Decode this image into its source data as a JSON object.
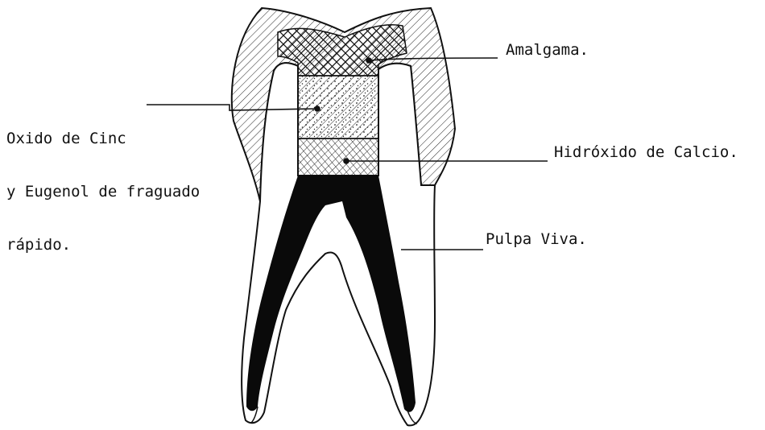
{
  "figure": {
    "labels": {
      "amalgama": "Amalgama.",
      "oxido": [
        "Oxido de Cinc",
        "y Eugenol de fraguado",
        "rápido."
      ],
      "hidroxido": "Hidróxido de Calcio.",
      "pulpa": "Pulpa Viva."
    }
  }
}
